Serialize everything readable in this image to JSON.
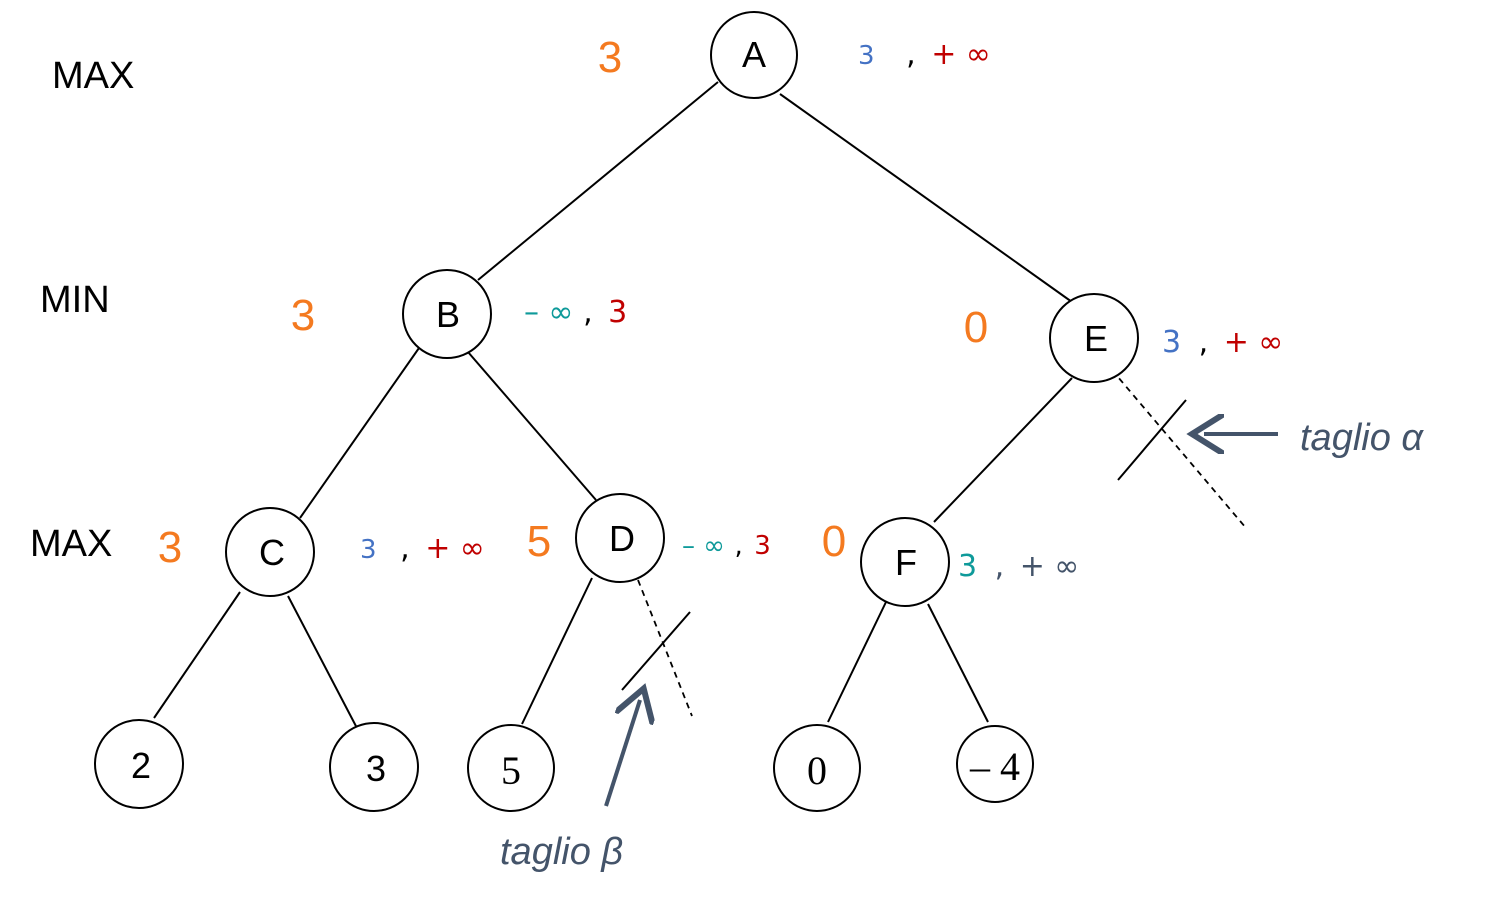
{
  "levels": {
    "max_top": "MAX",
    "min": "MIN",
    "max_mid": "MAX"
  },
  "nodes": {
    "A": "A",
    "B": "B",
    "C": "C",
    "D": "D",
    "E": "E",
    "F": "F"
  },
  "leaves": {
    "l1": "2",
    "l2": "3",
    "l3": "5",
    "l4": "0",
    "l5": "– 4"
  },
  "values": {
    "A": "3",
    "B": "3",
    "C": "3",
    "D": "5",
    "E": "0",
    "F": "0"
  },
  "bounds": {
    "A": {
      "alpha": "3",
      "beta": "+ ∞"
    },
    "B": {
      "alpha": "– ∞",
      "beta": "3"
    },
    "C": {
      "alpha": "3",
      "beta": "+ ∞"
    },
    "D": {
      "alpha": "– ∞",
      "beta": "3"
    },
    "E": {
      "alpha": "3",
      "beta": "+ ∞"
    },
    "F": {
      "alpha": "3",
      "beta": "+ ∞"
    }
  },
  "cuts": {
    "alpha_label": "taglio α",
    "beta_label": "taglio β"
  },
  "colors": {
    "value_orange": "#f47a20",
    "alpha_blue": "#4472c4",
    "alpha_teal": "#0e9a9a",
    "beta_red": "#c00000",
    "annotation_slate": "#44546a"
  }
}
